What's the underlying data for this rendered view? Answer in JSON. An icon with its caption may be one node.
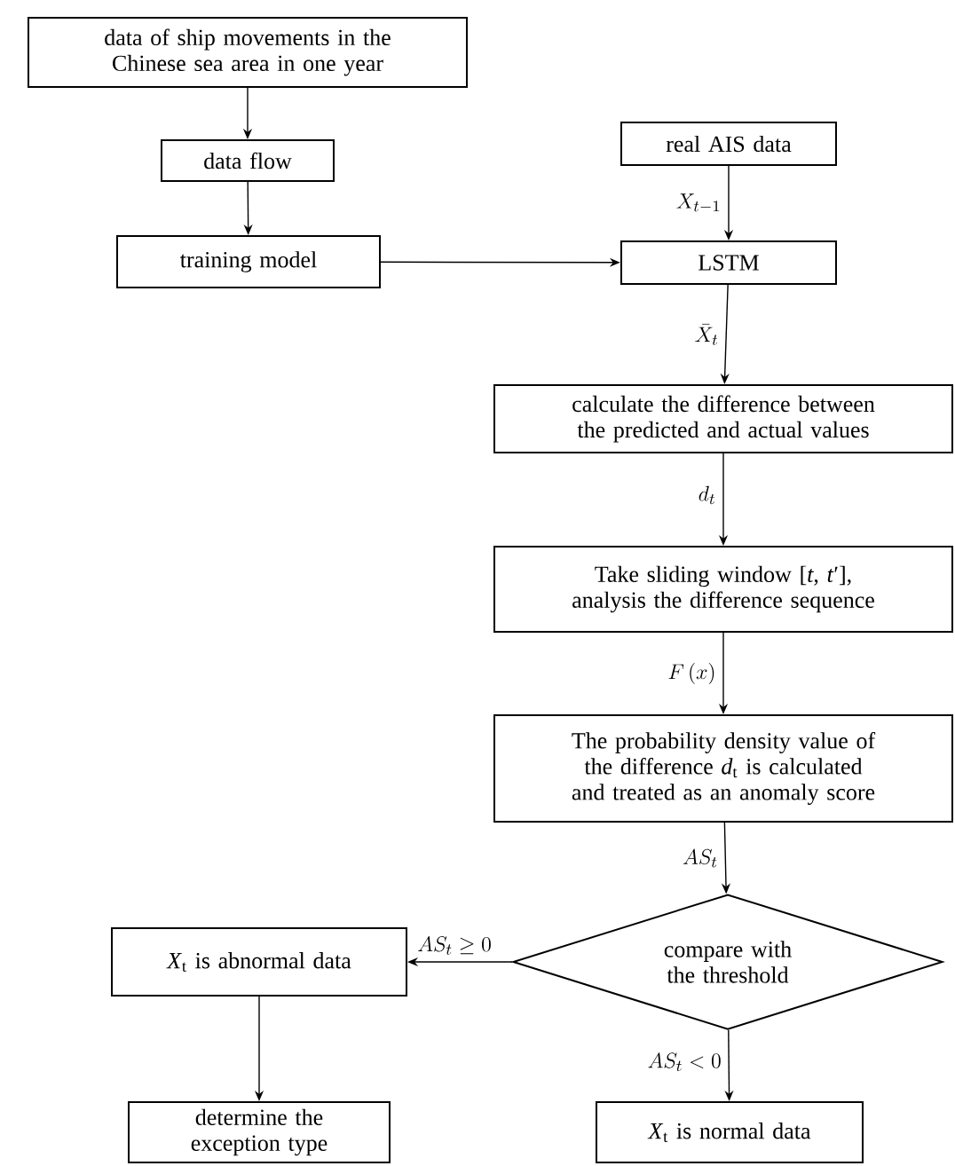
{
  "diagram": {
    "nodes": [
      {
        "text": [
          "data of ship movements in the Chinese sea area in one year"
        ]
      },
      {
        "text": [
          "data flow"
        ]
      },
      {
        "text": [
          "training model"
        ]
      },
      {
        "text": [
          "real AIS data"
        ]
      },
      {
        "text": [
          "LSTM"
        ]
      },
      {
        "text": [
          "calculate the difference between the predicted and actual values"
        ]
      },
      {
        "text": [
          "Take sliding window [*t*, *t*′], analysis the difference sequence"
        ]
      },
      {
        "text": [
          "The probability density value of the difference *d*$_{t}$ is calculated and treated as an anomaly score"
        ]
      },
      {
        "text": [
          "compare with the threshold"
        ]
      },
      {
        "text": [
          "*X*$_{t}$ is abnormal data"
        ]
      },
      {
        "text": [
          "determine the exception type"
        ]
      },
      {
        "text": [
          "*X*$_{t}$ is normal data"
        ]
      }
    ],
    "edges": [
      {
        "from": 0,
        "to": 1,
        "arrow": "to"
      },
      {
        "from": 1,
        "to": 2,
        "arrow": "to"
      },
      {
        "from": 2,
        "to": 4,
        "arrow": "to"
      },
      {
        "from": 3,
        "to": 4,
        "arrow": "to",
        "label": "X_{t-1}"
      },
      {
        "from": 4,
        "to": 5,
        "arrow": "to",
        "label": "\\bar{X}_{t}"
      },
      {
        "from": 5,
        "to": 6,
        "arrow": "to",
        "label": "d_{t}"
      },
      {
        "from": 6,
        "to": 7,
        "arrow": "to",
        "label": "F\\left(x\\right)"
      },
      {
        "from": 7,
        "to": 8,
        "arrow": "to",
        "label": "AS_{t}"
      },
      {
        "from": 8,
        "to": 9,
        "arrow": "to",
        "label": "AS_{t} \\geq 0"
      },
      {
        "from": 8,
        "to": 11,
        "arrow": "to",
        "label": "AS_{t} < 0"
      },
      {
        "from": 9,
        "to": 10,
        "arrow": "to"
      }
    ]
  }
}
